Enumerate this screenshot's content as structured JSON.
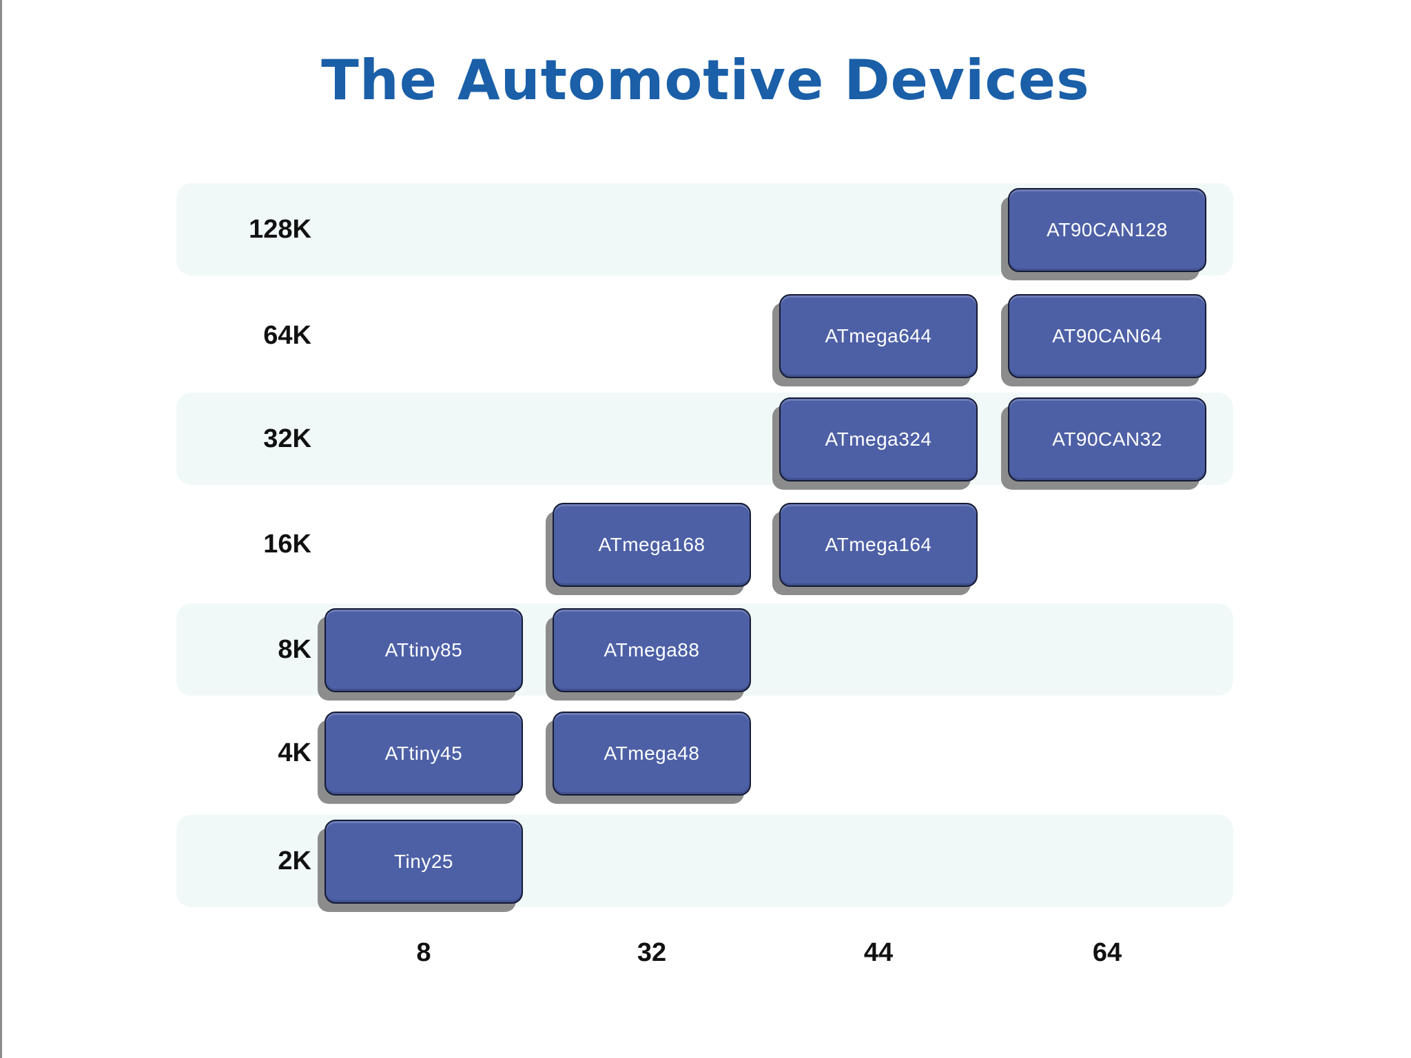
{
  "title": "The Automotive Devices",
  "rows": [
    "128K",
    "64K",
    "32K",
    "16K",
    "8K",
    "4K",
    "2K"
  ],
  "columns": [
    "8",
    "32",
    "44",
    "64"
  ],
  "colors": {
    "title": "#1a5fa8",
    "band": "#f1f8f8",
    "chip_fill": "#4d60a6",
    "chip_border": "#141a33",
    "chip_shadow": "#8c8c8c",
    "chip_text": "#ffffff"
  },
  "devices": [
    {
      "name": "AT90CAN128",
      "flash": "128K",
      "pins": "64"
    },
    {
      "name": "ATmega644",
      "flash": "64K",
      "pins": "44"
    },
    {
      "name": "AT90CAN64",
      "flash": "64K",
      "pins": "64"
    },
    {
      "name": "ATmega324",
      "flash": "32K",
      "pins": "44"
    },
    {
      "name": "AT90CAN32",
      "flash": "32K",
      "pins": "64"
    },
    {
      "name": "ATmega168",
      "flash": "16K",
      "pins": "32"
    },
    {
      "name": "ATmega164",
      "flash": "16K",
      "pins": "44"
    },
    {
      "name": "ATtiny85",
      "flash": "8K",
      "pins": "8"
    },
    {
      "name": "ATmega88",
      "flash": "8K",
      "pins": "32"
    },
    {
      "name": "ATtiny45",
      "flash": "4K",
      "pins": "8"
    },
    {
      "name": "ATmega48",
      "flash": "4K",
      "pins": "32"
    },
    {
      "name": "Tiny25",
      "flash": "2K",
      "pins": "8"
    }
  ]
}
